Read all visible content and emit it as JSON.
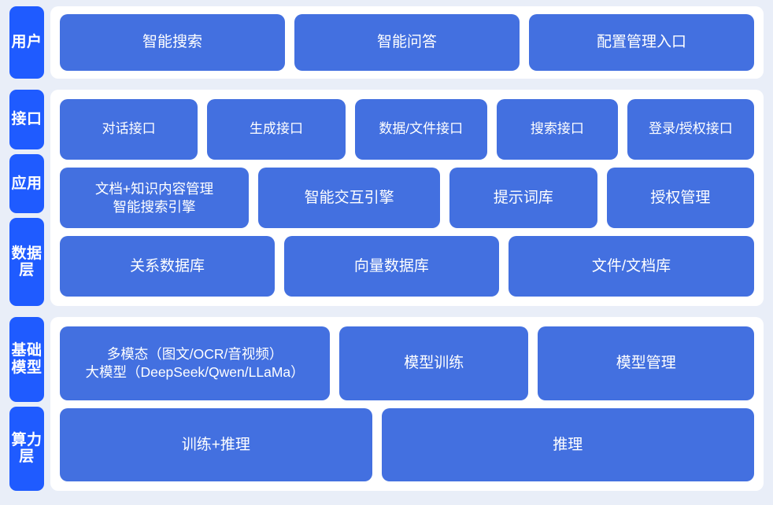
{
  "theme": {
    "page_background": "#e9eef8",
    "card_background": "#ffffff",
    "tab_blue": "#1f5bff",
    "box_blue": "#4370e0",
    "text_white": "#ffffff"
  },
  "sections": [
    {
      "id": "users",
      "tabs": [
        {
          "label": "用户"
        }
      ],
      "rows": [
        {
          "boxes": [
            {
              "label": "智能搜索"
            },
            {
              "label": "智能问答"
            },
            {
              "label": "配置管理入口"
            }
          ]
        }
      ]
    },
    {
      "id": "middle",
      "tabs": [
        {
          "label": "接口"
        },
        {
          "label": "应用"
        },
        {
          "label": "数据层"
        }
      ],
      "rows": [
        {
          "boxes": [
            {
              "label": "对话接口"
            },
            {
              "label": "生成接口"
            },
            {
              "label": "数据/文件接口"
            },
            {
              "label": "搜索接口"
            },
            {
              "label": "登录/授权接口"
            }
          ]
        },
        {
          "boxes": [
            {
              "label": "文档+知识内容管理\n智能搜索引擎"
            },
            {
              "label": "智能交互引擎"
            },
            {
              "label": "提示词库"
            },
            {
              "label": "授权管理"
            }
          ]
        },
        {
          "boxes": [
            {
              "label": "关系数据库"
            },
            {
              "label": "向量数据库"
            },
            {
              "label": "文件/文档库"
            }
          ]
        }
      ]
    },
    {
      "id": "base",
      "tabs": [
        {
          "label": "基础模型"
        },
        {
          "label": "算力层"
        }
      ],
      "rows": [
        {
          "boxes": [
            {
              "label": "多模态（图文/OCR/音视频）\n大模型（DeepSeek/Qwen/LLaMa）"
            },
            {
              "label": "模型训练"
            },
            {
              "label": "模型管理"
            }
          ]
        },
        {
          "boxes": [
            {
              "label": "训练+推理"
            },
            {
              "label": "推理"
            }
          ]
        }
      ]
    }
  ]
}
